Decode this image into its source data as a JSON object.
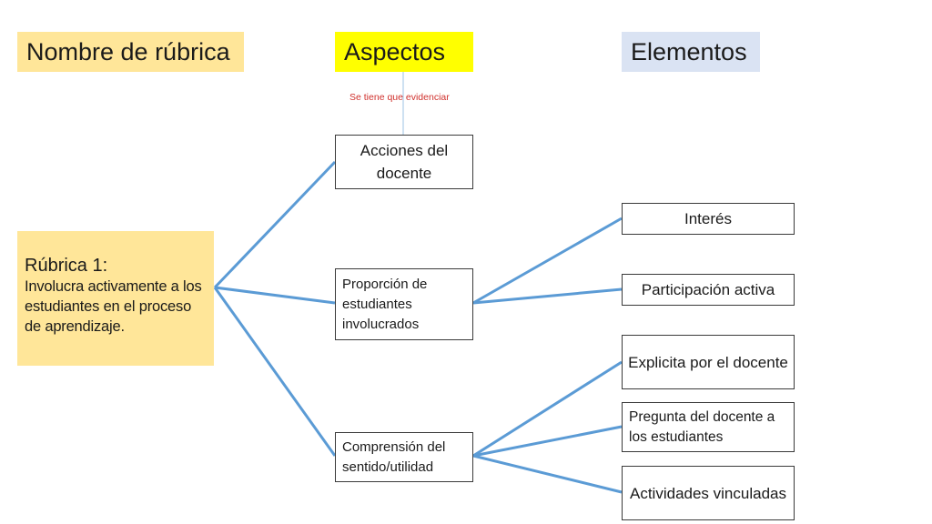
{
  "headers": {
    "rubric_name": "Nombre de rúbrica",
    "aspects": "Aspectos",
    "elements": "Elementos"
  },
  "note": "Se tiene que evidenciar",
  "rubric": {
    "title": "Rúbrica 1:",
    "description": "Involucra activamente a los estudiantes en el proceso de aprendizaje."
  },
  "aspects": [
    "Acciones del docente",
    "Proporción de estudiantes involucrados",
    "Comprensión del sentido/utilidad"
  ],
  "elements": [
    "Interés",
    "Participación activa",
    "Explicita por el docente",
    "Pregunta del docente a los estudiantes",
    "Actividades vinculadas"
  ],
  "colors": {
    "rubric_header": "#ffe699",
    "aspects_header": "#ffff00",
    "elements_header": "#dae3f3",
    "connector": "#5b9bd5",
    "note_text": "#d0312d"
  }
}
